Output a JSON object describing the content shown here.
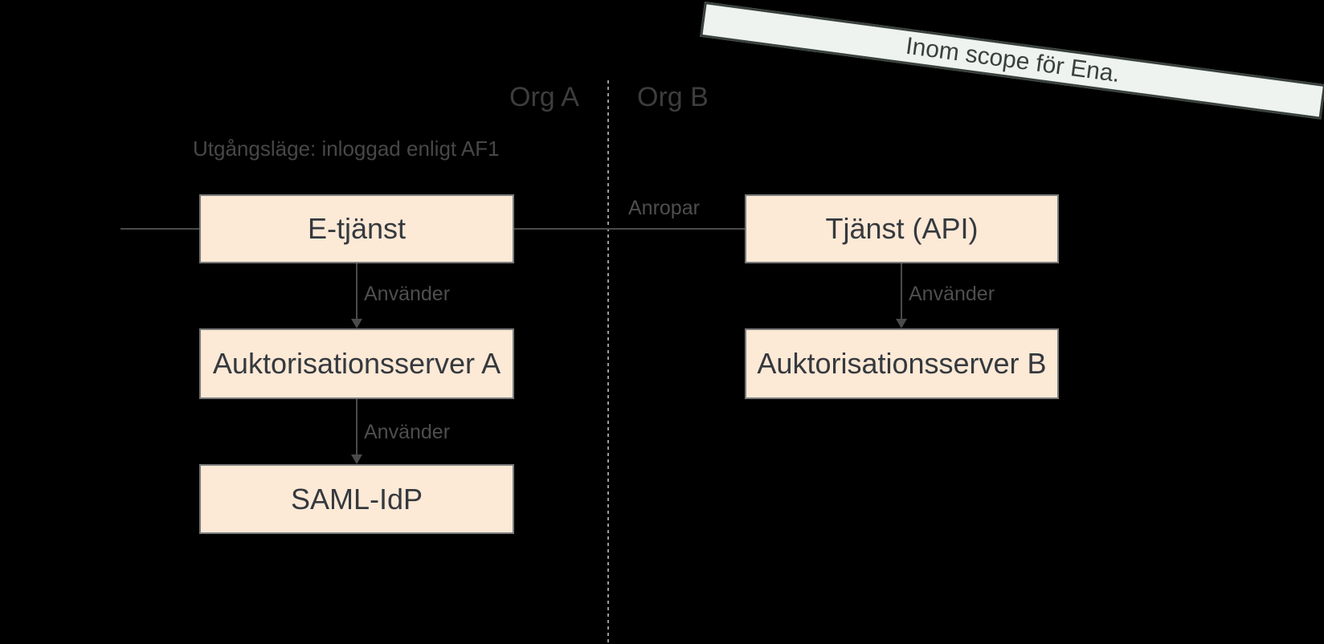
{
  "diagram": {
    "banner": {
      "label": "Inom scope för Ena."
    },
    "lanes": {
      "left": "Org A",
      "right": "Org B"
    },
    "note": "Utgångsläge: inloggad enligt AF1",
    "nodes": {
      "e_tjanst": "E-tjänst",
      "tjanst_api": "Tjänst (API)",
      "auth_server_a": "Auktorisationsserver A",
      "auth_server_b": "Auktorisationsserver B",
      "saml_idp": "SAML-IdP"
    },
    "edge_labels": {
      "anropar": "Anropar",
      "anvander_left_upper": "Använder",
      "anvander_left_lower": "Använder",
      "anvander_right": "Använder"
    },
    "colors": {
      "background": "#000000",
      "node_fill": "#fce9d6",
      "node_border": "#7a7a7a",
      "node_text": "#35393e",
      "lane_text": "#3d3d3d",
      "label_text": "#4e4e4e",
      "line": "#4a4a4a",
      "divider": "#999999",
      "banner_fill": "#eef3ef",
      "banner_border": "#39413d",
      "banner_text": "#39413d"
    }
  }
}
